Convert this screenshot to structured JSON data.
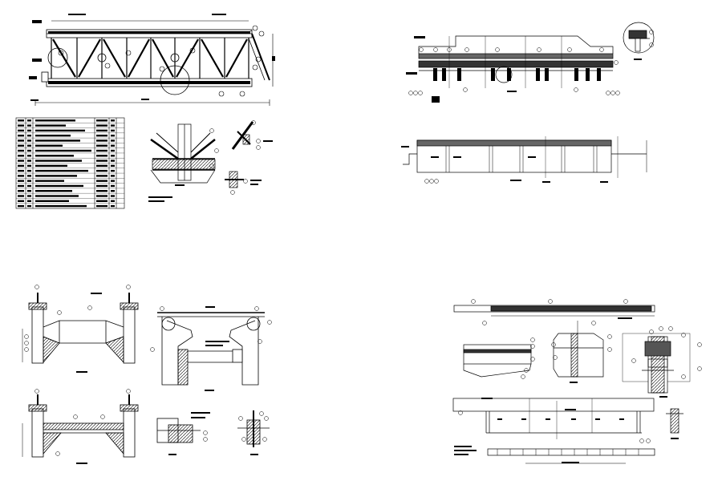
{
  "sheet": {
    "background": "#ffffff",
    "ink": "#000000",
    "drawings": [
      {
        "id": "truss-bridge-elevation",
        "label": ""
      },
      {
        "id": "member-schedule-table",
        "label": ""
      },
      {
        "id": "joint-detail-views",
        "label": ""
      },
      {
        "id": "deck-side-elevation",
        "label": ""
      },
      {
        "id": "deck-longitudinal-section",
        "label": ""
      },
      {
        "id": "portal-frame-sections",
        "label": ""
      },
      {
        "id": "girder-detail-views",
        "label": ""
      }
    ],
    "schedule": {
      "rows": 18,
      "columns": 6
    }
  }
}
